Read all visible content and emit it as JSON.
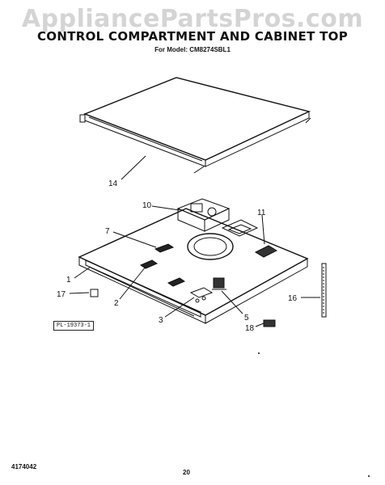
{
  "watermark": "AppliancePartsPros.com",
  "title": "CONTROL COMPARTMENT AND CABINET TOP",
  "subtitle": "For Model: CM8274SBL1",
  "plate_label": "PL-19373-1",
  "footer": {
    "doc_number": "4174042",
    "page": "20"
  },
  "callouts": [
    "14",
    "10",
    "11",
    "7",
    "1",
    "17",
    "2",
    "3",
    "5",
    "16",
    "18"
  ]
}
